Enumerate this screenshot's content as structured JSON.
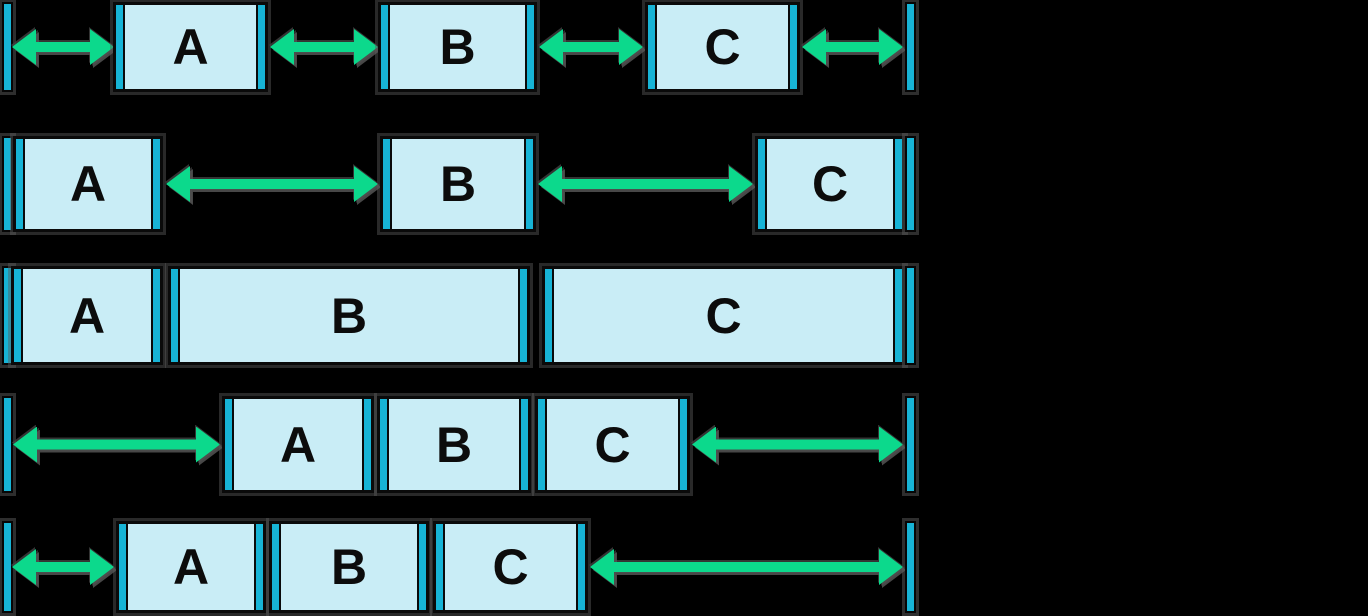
{
  "rows": [
    {
      "boxes": [
        "A",
        "B",
        "C"
      ]
    },
    {
      "boxes": [
        "A",
        "B",
        "C"
      ]
    },
    {
      "boxes": [
        "A",
        "B",
        "C"
      ]
    },
    {
      "boxes": [
        "A",
        "B",
        "C"
      ]
    },
    {
      "boxes": [
        "A",
        "B",
        "C"
      ]
    }
  ],
  "colors": {
    "background": "#000000",
    "item_fill": "#c9edf6",
    "item_edge_strip": "#17b4d6",
    "item_border": "#0a0a0a",
    "container_edge_bar": "#17b4d6",
    "arrow": "#0cd98c",
    "shadow": "#545454",
    "label_text": "#0c0c0c"
  },
  "icons": {
    "free_space_arrow": "double-headed-horizontal-arrow",
    "container_edge": "vertical-edge-bar"
  }
}
